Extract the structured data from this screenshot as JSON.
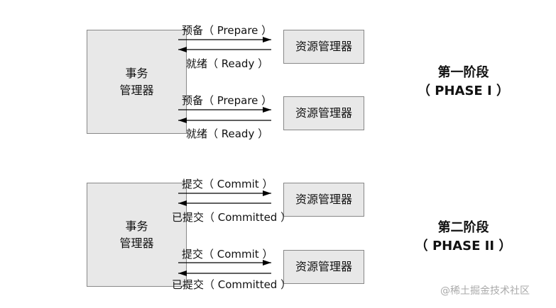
{
  "transaction_manager": "事务\n管理器",
  "transaction_manager_lines": [
    "事务",
    "管理器"
  ],
  "resource_manager": "资源管理器",
  "phase1": {
    "title": "第一阶段",
    "subtitle": "（ PHASE I ）",
    "request": "预备（ Prepare ）",
    "response": "就绪（ Ready ）"
  },
  "phase2": {
    "title": "第二阶段",
    "subtitle": "（ PHASE II ）",
    "request": "提交（ Commit ）",
    "response": "已提交（ Committed ）"
  },
  "watermark": "@稀土掘金技术社区"
}
